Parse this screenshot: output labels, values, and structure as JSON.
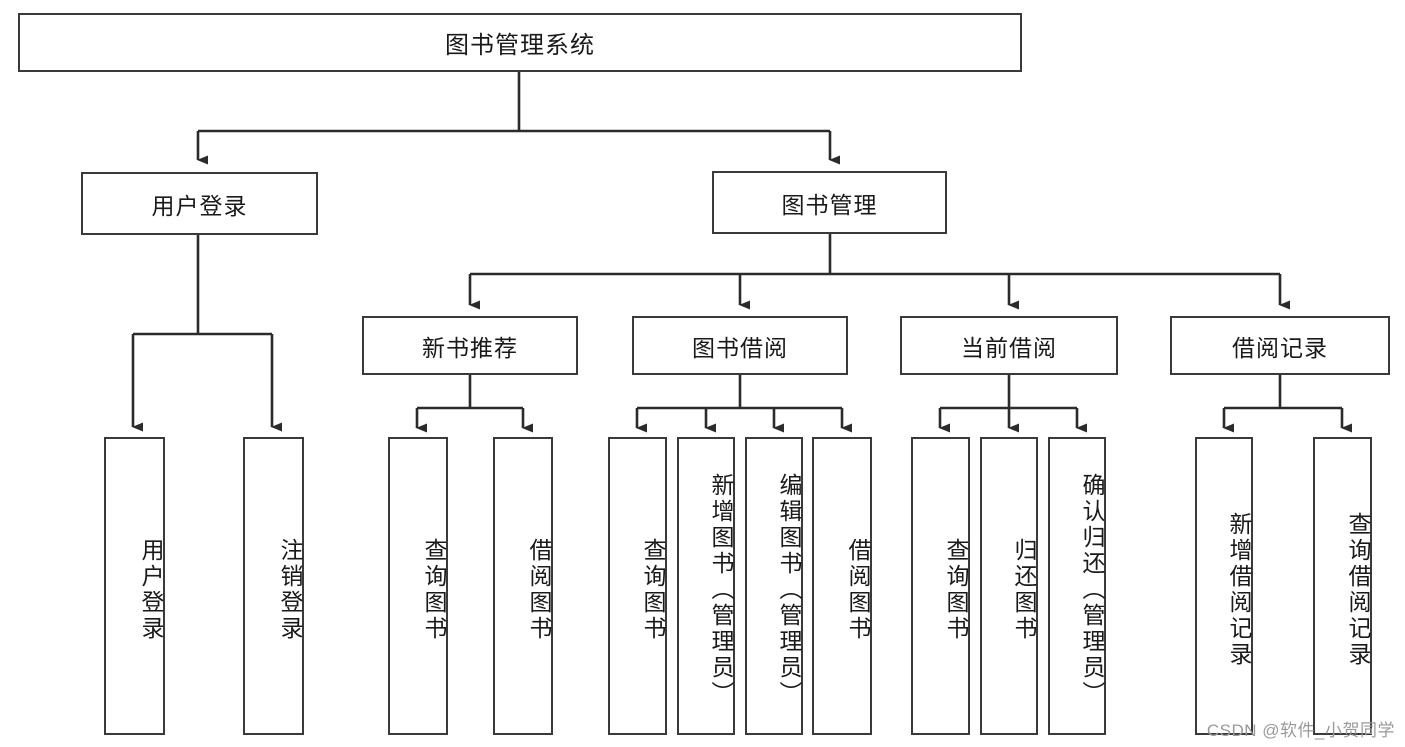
{
  "diagram": {
    "type": "tree-hierarchy",
    "title": "图书管理系统",
    "watermark": "CSDN @软件_小贺同学",
    "colors": {
      "box_border": "#3a3a3a",
      "box_fill": "#ffffff",
      "edge": "#2b2b2b",
      "text": "#1a1a1a",
      "watermark": "#9a9a9a",
      "background": "#ffffff"
    },
    "nodes": {
      "root": {
        "label": "图书管理系统",
        "level": 1,
        "orientation": "horizontal"
      },
      "level2": [
        {
          "id": "user-login",
          "label": "用户登录",
          "orientation": "horizontal"
        },
        {
          "id": "book-management",
          "label": "图书管理",
          "orientation": "horizontal"
        }
      ],
      "level3": [
        {
          "id": "new-book-recommend",
          "label": "新书推荐",
          "orientation": "horizontal",
          "parent": "book-management"
        },
        {
          "id": "book-borrow",
          "label": "图书借阅",
          "orientation": "horizontal",
          "parent": "book-management"
        },
        {
          "id": "current-borrow",
          "label": "当前借阅",
          "orientation": "horizontal",
          "parent": "book-management"
        },
        {
          "id": "borrow-record",
          "label": "借阅记录",
          "orientation": "horizontal",
          "parent": "book-management"
        }
      ],
      "leaves": [
        {
          "id": "leaf-user-login",
          "label": "用户登录",
          "parent": "user-login",
          "orientation": "vertical"
        },
        {
          "id": "leaf-logout-login",
          "label": "注销登录",
          "parent": "user-login",
          "orientation": "vertical"
        },
        {
          "id": "leaf-query-book-1",
          "label": "查询图书",
          "parent": "new-book-recommend",
          "orientation": "vertical"
        },
        {
          "id": "leaf-borrow-book-1",
          "label": "借阅图书",
          "parent": "new-book-recommend",
          "orientation": "vertical"
        },
        {
          "id": "leaf-query-book-2",
          "label": "查询图书",
          "parent": "book-borrow",
          "orientation": "vertical"
        },
        {
          "id": "leaf-add-book",
          "label": "新增图书（管理员）",
          "parent": "book-borrow",
          "orientation": "vertical"
        },
        {
          "id": "leaf-edit-book",
          "label": "编辑图书（管理员）",
          "parent": "book-borrow",
          "orientation": "vertical"
        },
        {
          "id": "leaf-borrow-book-2",
          "label": "借阅图书",
          "parent": "book-borrow",
          "orientation": "vertical"
        },
        {
          "id": "leaf-query-book-3",
          "label": "查询图书",
          "parent": "current-borrow",
          "orientation": "vertical"
        },
        {
          "id": "leaf-return-book",
          "label": "归还图书",
          "parent": "current-borrow",
          "orientation": "vertical"
        },
        {
          "id": "leaf-confirm-return",
          "label": "确认归还（管理员）",
          "parent": "current-borrow",
          "orientation": "vertical"
        },
        {
          "id": "leaf-add-record",
          "label": "新增借阅记录",
          "parent": "borrow-record",
          "orientation": "vertical"
        },
        {
          "id": "leaf-query-record",
          "label": "查询借阅记录",
          "parent": "borrow-record",
          "orientation": "vertical"
        }
      ]
    }
  }
}
